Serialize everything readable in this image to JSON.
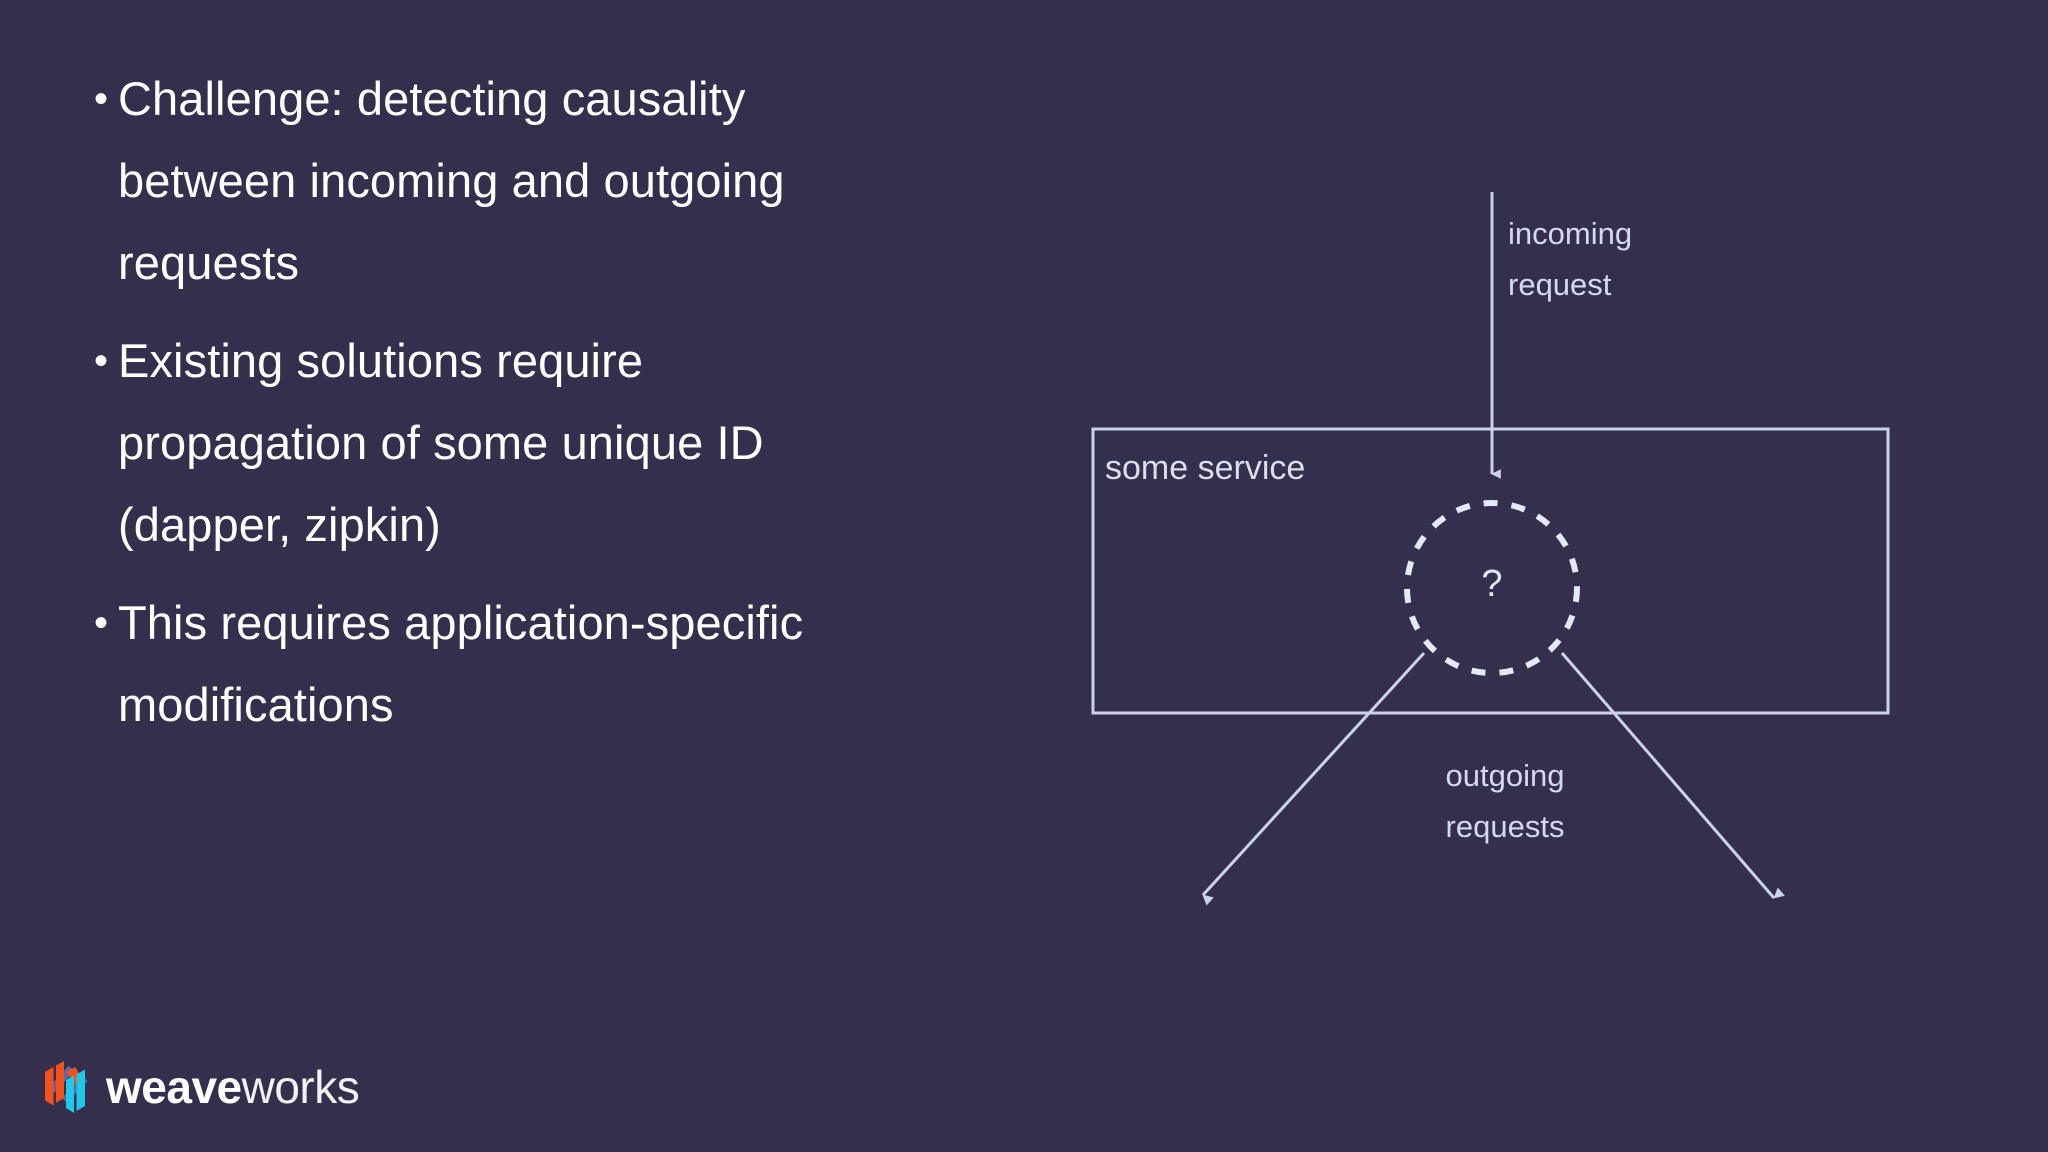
{
  "slide": {
    "background_color": "#332F4D",
    "text_color": "#ffffff",
    "diagram_stroke_color": "#ccd2ea",
    "diagram_label_color": "#d5d9ef"
  },
  "bullets": [
    {
      "marker": "•",
      "text": "Challenge: detecting causality between incoming and outgoing requests"
    },
    {
      "marker": "•",
      "text": "Existing solutions require propagation of some unique ID (dapper, zipkin)"
    },
    {
      "marker": "•",
      "text": "This requires application-specific modifications"
    }
  ],
  "diagram": {
    "service_box_label": "some service",
    "unknown_marker": "?",
    "incoming_label": "incoming\nrequest",
    "outgoing_label": "outgoing\nrequests"
  },
  "logo": {
    "name_bold": "weave",
    "name_light": "works",
    "mark_colors": {
      "orange": "#f4511e",
      "cyan": "#1ec8e8",
      "slate": "#5b6a9e"
    }
  }
}
